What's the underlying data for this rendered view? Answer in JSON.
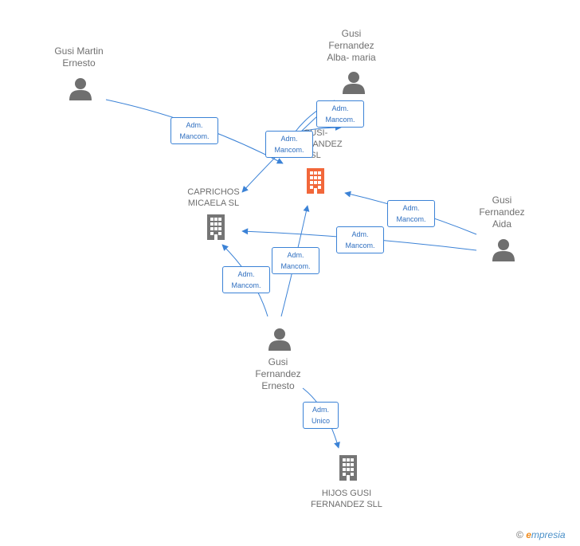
{
  "people": [
    {
      "id": "martin",
      "lines": [
        "Gusi Martin",
        "Ernesto"
      ]
    },
    {
      "id": "alba",
      "lines": [
        "Gusi",
        "Fernandez",
        "Alba- maria"
      ]
    },
    {
      "id": "aida",
      "lines": [
        "Gusi",
        "Fernandez",
        "Aida"
      ]
    },
    {
      "id": "ernesto",
      "lines": [
        "Gusi",
        "Fernandez",
        "Ernesto"
      ]
    }
  ],
  "companies": [
    {
      "id": "main",
      "lines": [
        "GUSI-",
        "FERNANDEZ",
        "SL"
      ]
    },
    {
      "id": "caprichos",
      "lines": [
        "CAPRICHOS",
        "MICAELA SL"
      ]
    },
    {
      "id": "hijos",
      "lines": [
        "HIJOS GUSI",
        "FERNANDEZ SLL"
      ]
    }
  ],
  "relations": [
    {
      "id": "r1",
      "from": "martin",
      "to": "main",
      "lines": [
        "Adm.",
        "Mancom."
      ]
    },
    {
      "id": "r2",
      "from": "alba",
      "to": "main",
      "lines": [
        "Adm.",
        "Mancom."
      ]
    },
    {
      "id": "r3",
      "from": "alba",
      "to": "caprichos",
      "lines": [
        "Adm.",
        "Mancom."
      ]
    },
    {
      "id": "r4",
      "from": "aida",
      "to": "main",
      "lines": [
        "Adm.",
        "Mancom."
      ]
    },
    {
      "id": "r5",
      "from": "aida",
      "to": "caprichos",
      "lines": [
        "Adm.",
        "Mancom."
      ]
    },
    {
      "id": "r6",
      "from": "ernesto",
      "to": "main",
      "lines": [
        "Adm.",
        "Mancom."
      ]
    },
    {
      "id": "r7",
      "from": "ernesto",
      "to": "caprichos",
      "lines": [
        "Adm.",
        "Mancom."
      ]
    },
    {
      "id": "r8",
      "from": "ernesto",
      "to": "hijos",
      "lines": [
        "Adm.",
        "Unico"
      ]
    }
  ],
  "colors": {
    "edge": "#3b82d6",
    "person_icon": "#6f6f6f",
    "company_icon": "#757575",
    "main_company_icon": "#f2673a"
  },
  "brand": {
    "copyright": "©",
    "e": "e",
    "rest": "mpresia"
  }
}
